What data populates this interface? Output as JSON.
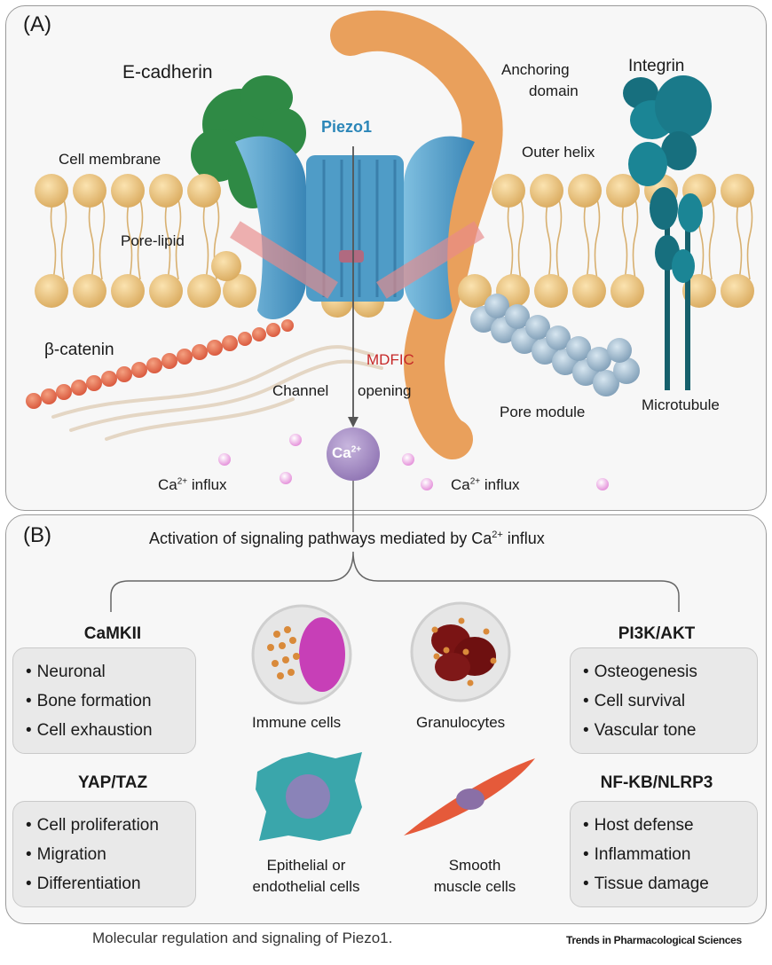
{
  "panel_a": {
    "label": "(A)",
    "labels": {
      "e_cadherin": "E-cadherin",
      "piezo1": "Piezo1",
      "anchoring_domain_1": "Anchoring",
      "anchoring_domain_2": "domain",
      "integrin": "Integrin",
      "cell_membrane": "Cell membrane",
      "outer_helix": "Outer helix",
      "pore_lipid": "Pore-lipid",
      "beta_catenin": "β-catenin",
      "mdfic": "MDFIC",
      "channel": "Channel",
      "opening": "opening",
      "pore_module": "Pore module",
      "microtubule": "Microtubule",
      "ca": "Ca",
      "ca_sup": "2+",
      "influx_left_ca": "Ca",
      "influx_left_sup": "2+",
      "influx_left_text": " influx",
      "influx_right_ca": "Ca",
      "influx_right_sup": "2+",
      "influx_right_text": " influx"
    }
  },
  "panel_b": {
    "label": "(B)",
    "title_pre": "Activation of signaling pathways mediated by Ca",
    "title_sup": "2+",
    "title_post": " influx",
    "left_groups": [
      {
        "title": "CaMKII",
        "items": [
          "Neuronal",
          "Bone formation",
          "Cell exhaustion"
        ]
      },
      {
        "title": "YAP/TAZ",
        "items": [
          "Cell proliferation",
          "Migration",
          "Differentiation"
        ]
      }
    ],
    "right_groups": [
      {
        "title": "PI3K/AKT",
        "items": [
          "Osteogenesis",
          "Cell survival",
          "Vascular tone"
        ]
      },
      {
        "title": "NF-KB/NLRP3",
        "items": [
          "Host defense",
          "Inflammation",
          "Tissue damage"
        ]
      }
    ],
    "cells": {
      "immune": "Immune cells",
      "granulocytes": "Granulocytes",
      "epithelial_1": "Epithelial or",
      "epithelial_2": "endothelial cells",
      "smooth_1": "Smooth",
      "smooth_2": "muscle cells"
    }
  },
  "caption": "Molecular regulation and signaling of Piezo1.",
  "journal": "Trends in Pharmacological Sciences",
  "colors": {
    "lipid_head": "#e8c27d",
    "piezo_blue": "#4f9cc7",
    "anchoring_orange": "#e9a05c",
    "ecadherin_green": "#2f8a45",
    "integrin_teal": "#176f7e",
    "beta_catenin": "#e2684a",
    "pore_module": "#8fb1c8",
    "ca_purple": "#a38bc4",
    "mdfic_red": "#c62828"
  }
}
